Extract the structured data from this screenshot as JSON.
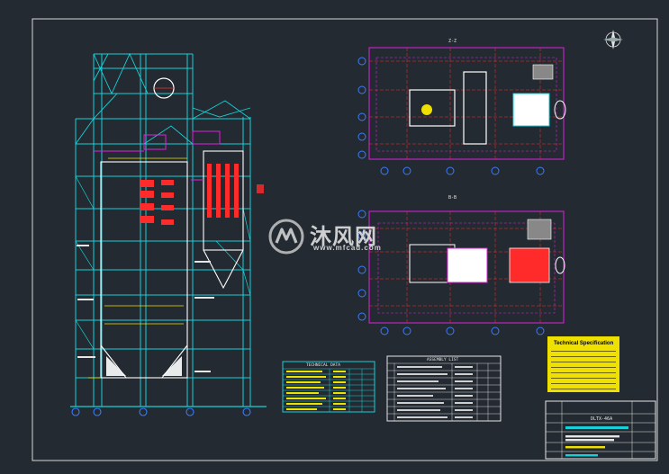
{
  "watermark": {
    "site_name": "沐风网",
    "url": "www.mfcad.com"
  },
  "views": {
    "plan_top_title": "Z-Z",
    "plan_bottom_title": "B-B"
  },
  "technical_data_table": {
    "title": "TECHNICAL DATA"
  },
  "assembly_table": {
    "title": "ASSEMBLY LIST"
  },
  "technical_specification": {
    "title": "Technical Specification"
  },
  "title_block": {
    "drawing_code": "DLTX-46A"
  },
  "colors": {
    "background": "#232a31",
    "border": "#d8d8d8",
    "steel_frame": "#19d0d8",
    "boiler_outline": "#ffffff",
    "accent_red": "#ff2a2a",
    "accent_magenta": "#e020e0",
    "grid_blue": "#3a7cff",
    "spec_box": "#f0e000"
  },
  "icons": {
    "north_arrow": "north-arrow-icon",
    "watermark_logo": "mf-logo-icon"
  }
}
